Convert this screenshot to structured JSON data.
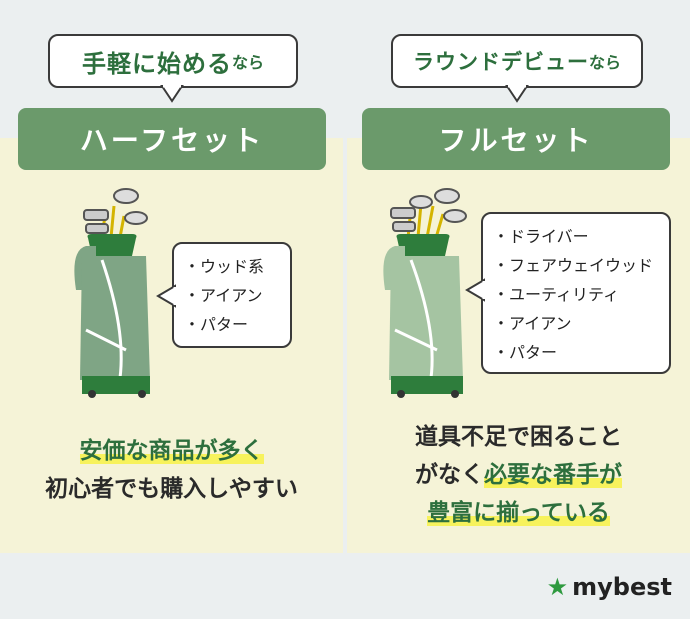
{
  "left": {
    "bubble_main": "手軽に始める",
    "bubble_small": "なら",
    "header": "ハーフセット",
    "clubs": [
      "・ウッド系",
      "・アイアン",
      "・パター"
    ],
    "line1_highlight": "安価な商品が多く",
    "line2": "初心者でも購入しやすい"
  },
  "right": {
    "bubble_main": "ラウンドデビュー",
    "bubble_small": "なら",
    "header": "フルセット",
    "clubs": [
      "・ドライバー",
      "・フェアウェイウッド",
      "・ユーティリティ",
      "・アイアン",
      "・パター"
    ],
    "line1": "道具不足で困ること",
    "line2_pre": "がなく",
    "line2_highlight": "必要な番手が",
    "line3_highlight": "豊富に揃っている"
  },
  "brand": {
    "logo_text": "mybest"
  },
  "colors": {
    "green_dark": "#2d6f3d",
    "green_header": "#6b9a6b",
    "panel": "#f5f3d7",
    "highlight": "#f7f25c"
  }
}
